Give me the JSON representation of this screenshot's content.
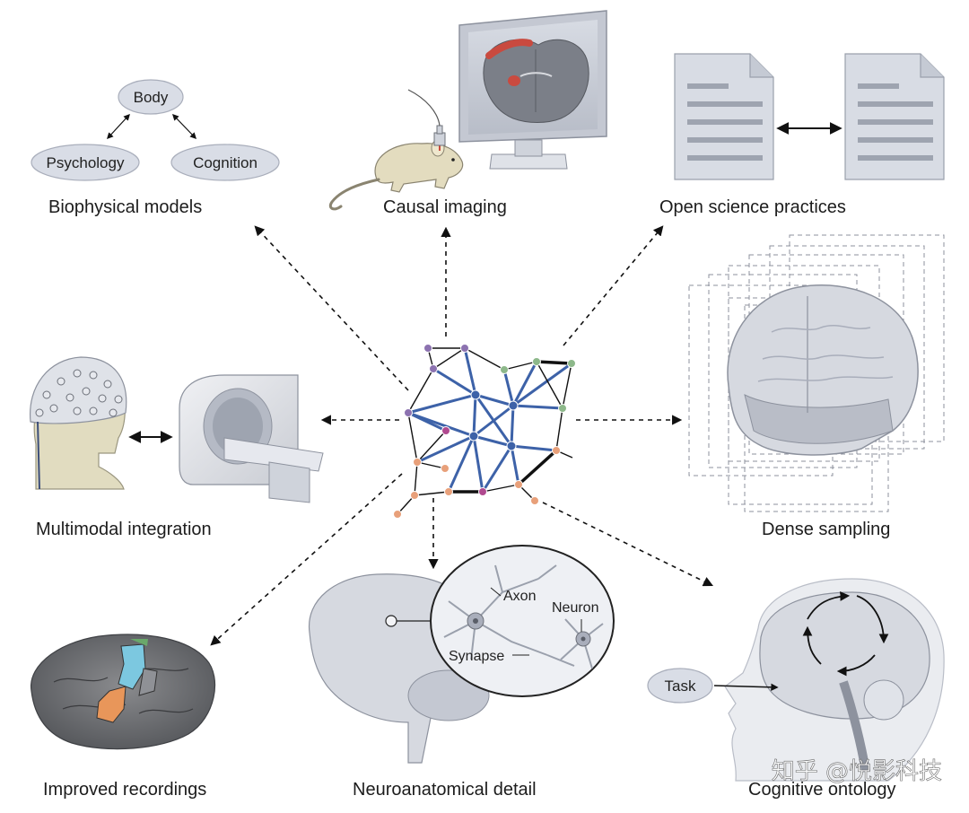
{
  "labels": {
    "biophysical": "Biophysical models",
    "causal": "Causal imaging",
    "open_science": "Open science practices",
    "multimodal": "Multimodal integration",
    "dense": "Dense sampling",
    "recordings": "Improved recordings",
    "neuroanatomical": "Neuroanatomical detail",
    "ontology": "Cognitive ontology"
  },
  "biophysical_nodes": {
    "top": "Body",
    "left": "Psychology",
    "right": "Cognition"
  },
  "neuro_labels": {
    "axon": "Axon",
    "neuron": "Neuron",
    "synapse": "Synapse"
  },
  "task_label": "Task",
  "watermark": "知乎 @悦影科技",
  "colors": {
    "network_edge": "#3d62a8",
    "node_purple": "#8c72b0",
    "node_green": "#8db88a",
    "node_orange": "#e8a07a",
    "node_blue": "#3d62a8",
    "node_magenta": "#b04a8f",
    "ellipse_fill": "#d9dde6",
    "brain_fill": "#d6d9e0",
    "accent_red": "#c0392b",
    "cyan_region": "#7cc8e0",
    "orange_region": "#e8965a"
  }
}
